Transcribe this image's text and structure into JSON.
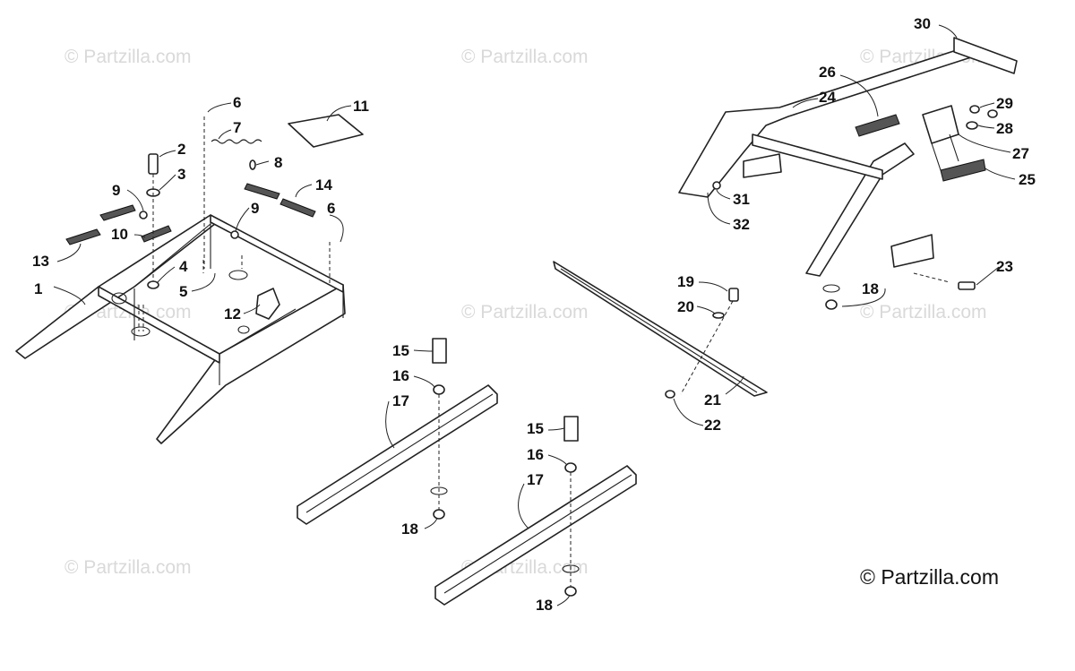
{
  "watermark": "© Partzilla.com",
  "copyright": "© Partzilla.com",
  "labels": [
    "1",
    "2",
    "3",
    "4",
    "5",
    "6",
    "7",
    "8",
    "9",
    "10",
    "11",
    "12",
    "13",
    "14",
    "15",
    "16",
    "17",
    "18",
    "19",
    "20",
    "21",
    "22",
    "23",
    "24",
    "25",
    "26",
    "27",
    "28",
    "29",
    "30",
    "31",
    "32"
  ],
  "diagram": "Exploded parts view: rear rack, support rails, flap and rear bumper assembly"
}
